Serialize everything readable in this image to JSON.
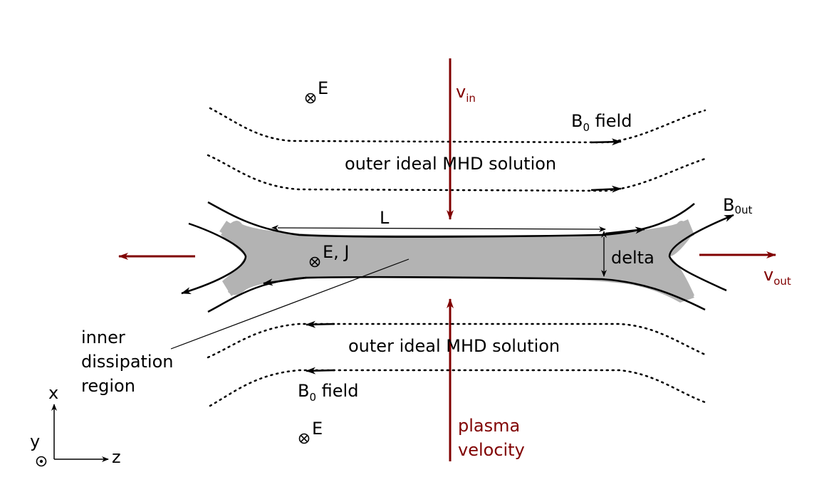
{
  "labels": {
    "v_in_main": "v",
    "v_in_sub": "in",
    "v_out_main": "v",
    "v_out_sub": "out",
    "b0_field_top_main": "B",
    "b0_field_top_sub": "0",
    "b0_field_top_suffix": " field",
    "b0_field_bottom_main": "B",
    "b0_field_bottom_sub": "0",
    "b0_field_bottom_suffix": " field",
    "b0out_main": "B",
    "b0out_sub": "0ut",
    "outer_ideal_top": "outer ideal MHD solution",
    "outer_ideal_bottom": "outer ideal MHD solution",
    "length": "L",
    "delta": "delta",
    "e_j": "E, J",
    "e_top": "E",
    "e_bottom": "E",
    "inner_line1": "inner",
    "inner_line2": "dissipation",
    "inner_line3": "region",
    "plasma_line1": "plasma",
    "plasma_line2": "velocity",
    "axis_x": "x",
    "axis_y": "y",
    "axis_z": "z"
  },
  "colors": {
    "flow": "#800000",
    "field_line": "#000000",
    "dissipation_region": "#b3b3b3"
  }
}
